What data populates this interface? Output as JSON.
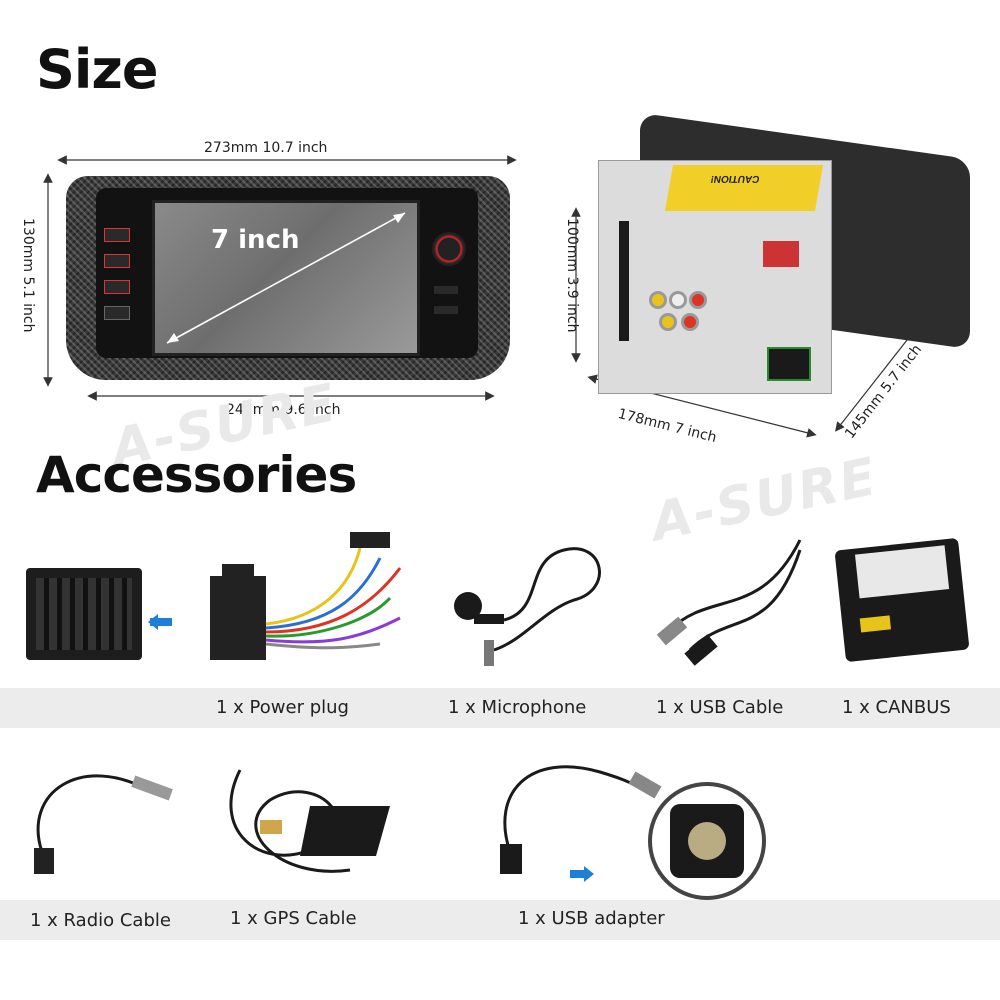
{
  "size_section": {
    "title": "Size",
    "front": {
      "width_top": "273mm 10.7 inch",
      "height_left": "130mm 5.1 inch",
      "width_bottom": "245mm 9.6 inch",
      "screen_label": "7 inch"
    },
    "back": {
      "height": "100mm 3.9 inch",
      "width": "178mm 7 inch",
      "depth": "145mm 5.7 inch",
      "label_text": "CAUTION!"
    }
  },
  "accessories_section": {
    "title": "Accessories",
    "watermark": "A-SURE",
    "row1": [
      "1 x Power plug",
      "1 x Microphone",
      "1 x USB Cable",
      "1 x CANBUS"
    ],
    "row2": [
      "1 x Radio Cable",
      "1 x GPS Cable",
      "1 x USB adapter"
    ]
  },
  "colors": {
    "band": "#ececec",
    "arrow_accent": "#1f7fd6",
    "caution_yellow": "#f2cf28",
    "screen_red": "#d62828"
  }
}
